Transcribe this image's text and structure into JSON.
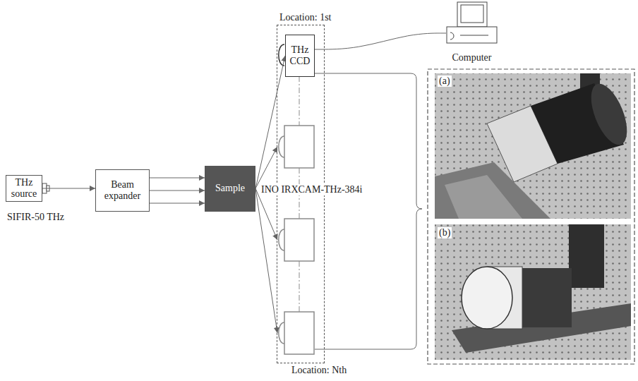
{
  "diagram": {
    "nodes": [
      {
        "text": [
          "THz source"
        ]
      },
      {
        "text": [
          "Beam expander"
        ]
      },
      {
        "text": [
          "Sample"
        ]
      },
      {
        "text": [
          "Location: 1st",
          "Location: Nth"
        ]
      },
      {
        "text": [
          "THz CCD"
        ],
        "in": 3
      },
      {
        "text": [
          "Computer"
        ]
      }
    ],
    "edges": [
      {
        "from": 0,
        "to": 1,
        "arrow": "to"
      },
      {
        "from": 1,
        "to": 2,
        "arrow": "to"
      },
      {
        "from": 1,
        "to": 2,
        "arrow": "to"
      },
      {
        "from": 1,
        "to": 2,
        "arrow": "to"
      },
      {
        "from": 2,
        "to": 4,
        "arrow": "to"
      },
      {
        "from": 4,
        "to": 5,
        "arrow": "none"
      }
    ],
    "labels": [
      "SIFIR-50 THz",
      "INO IRXCAM-THz-384i",
      "(a)",
      "(b)"
    ]
  }
}
